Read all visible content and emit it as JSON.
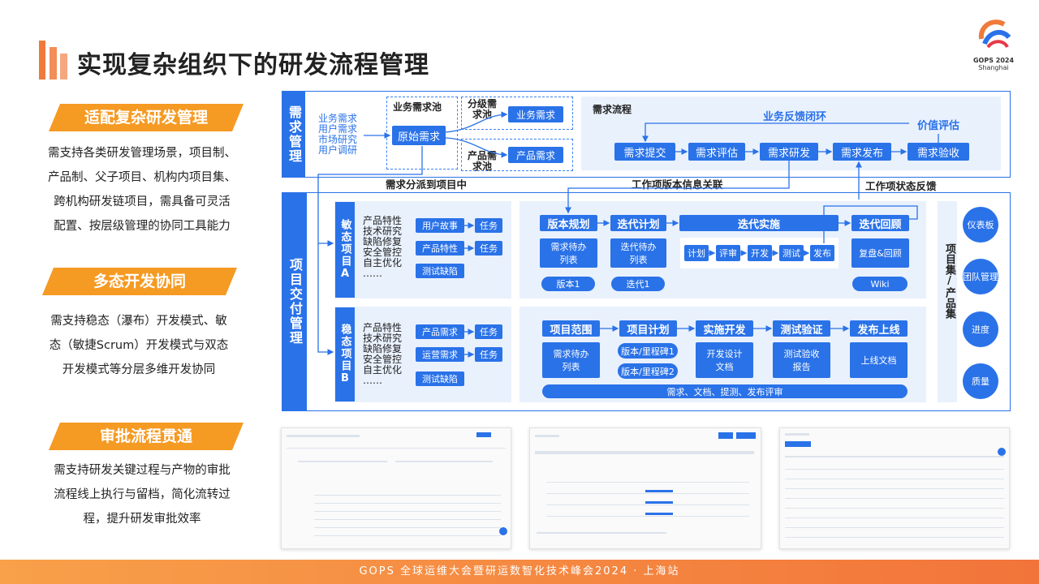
{
  "header": {
    "title": "实现复杂组织下的研发流程管理",
    "logo_text": "GOPS 2024",
    "logo_sub": "Shanghai"
  },
  "left": [
    {
      "heading": "适配复杂研发管理",
      "lines": [
        "需支持各类研发管理场景，项目制、",
        "产品制、父子项目、机构内项目集、",
        "跨机构研发链项目，需具备可灵活",
        "配置、按层级管理的协同工具能力"
      ]
    },
    {
      "heading": "多态开发协同",
      "lines": [
        "需支持稳态（瀑布）开发模式、敏",
        "态（敏捷Scrum）开发模式与双态",
        "开发模式等分层多维开发协同"
      ]
    },
    {
      "heading": "审批流程贯通",
      "lines": [
        "需支持研发关键过程与产物的审批",
        "流程线上执行与留档，简化流转过",
        "程，提升研发审批效率"
      ]
    }
  ],
  "req": {
    "label": "需求管理",
    "sources": [
      "业务需求",
      "用户需求",
      "市场研究",
      "用户调研"
    ],
    "biz_pool_title": "业务需求池",
    "origin": "原始需求",
    "split_pool_label": "分级需求池",
    "biz_req": "业务需求",
    "prod_pool_label": "产品需求池",
    "prod_req": "产品需求",
    "flow_title": "需求流程",
    "feedback": "业务反馈闭环",
    "value": "价值评估",
    "flow": [
      "需求提交",
      "需求评估",
      "需求研发",
      "需求发布",
      "需求验收"
    ]
  },
  "connectors": {
    "dispatch": "需求分派到项目中",
    "version_link": "工作项版本信息关联",
    "status_fb": "工作项状态反馈"
  },
  "proj": {
    "label": "项目交付管理",
    "agile": {
      "label": "敏态项目A",
      "items": [
        "产品特性",
        "技术研究",
        "缺陷修复",
        "安全管控",
        "自主优化",
        "……"
      ],
      "chips": [
        "用户故事",
        "产品特性",
        "测试缺陷"
      ],
      "task": "任务",
      "phases": [
        "版本规划",
        "迭代计划",
        "迭代实施",
        "迭代回顾"
      ],
      "boxes": [
        "需求待办列表",
        "迭代待办列表",
        "复盘&回顾"
      ],
      "steps": [
        "计划",
        "评审",
        "开发",
        "测试",
        "发布"
      ],
      "pills": [
        "版本1",
        "迭代1",
        "Wiki"
      ]
    },
    "stable": {
      "label": "稳态项目B",
      "items": [
        "产品特性",
        "技术研究",
        "缺陷修复",
        "安全管控",
        "自主优化",
        "……"
      ],
      "chips": [
        "产品需求",
        "运营需求",
        "测试缺陷"
      ],
      "task": "任务",
      "phases": [
        "项目范围",
        "项目计划",
        "实施开发",
        "测试验证",
        "发布上线"
      ],
      "boxes": [
        "需求待办列表",
        "开发设计文档",
        "测试验收报告",
        "上线文档"
      ],
      "milestones": [
        "版本/里程碑1",
        "版本/里程碑2"
      ],
      "review": "需求、文档、提测、发布评审"
    },
    "set_label": "项目集/产品集",
    "circles": [
      "仪表板",
      "团队管理",
      "进度",
      "质量"
    ]
  },
  "footer": "GOPS 全球运维大会暨研运数智化技术峰会2024 · 上海站",
  "colors": {
    "accent": "#2a72e8",
    "orange": "#f59a23",
    "light": "#e9f1fd"
  }
}
